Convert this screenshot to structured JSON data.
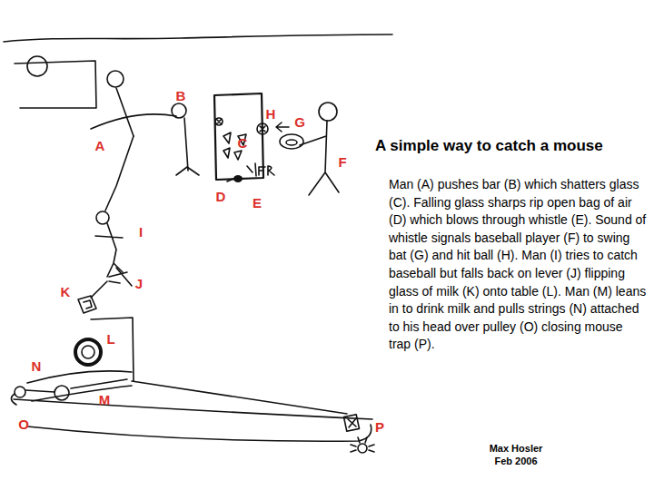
{
  "diagram": {
    "title": "A simple way to catch a mouse",
    "caption": "Man (A) pushes bar (B) which shatters glass (C). Falling glass sharps rip open bag of air (D) which blows through whistle (E). Sound of whistle signals baseball player (F) to swing bat (G) and hit ball (H). Man (I) tries to catch baseball but falls back on lever (J) flipping glass of milk (K) onto table (L). Man (M) leans in to drink milk and pulls strings (N) attached to his head over pulley (O) closing mouse trap (P).",
    "labels": [
      "A",
      "B",
      "C",
      "D",
      "E",
      "F",
      "G",
      "H",
      "I",
      "J",
      "K",
      "L",
      "M",
      "N",
      "O",
      "P",
      "Max Hosler",
      "Feb 2006"
    ]
  }
}
